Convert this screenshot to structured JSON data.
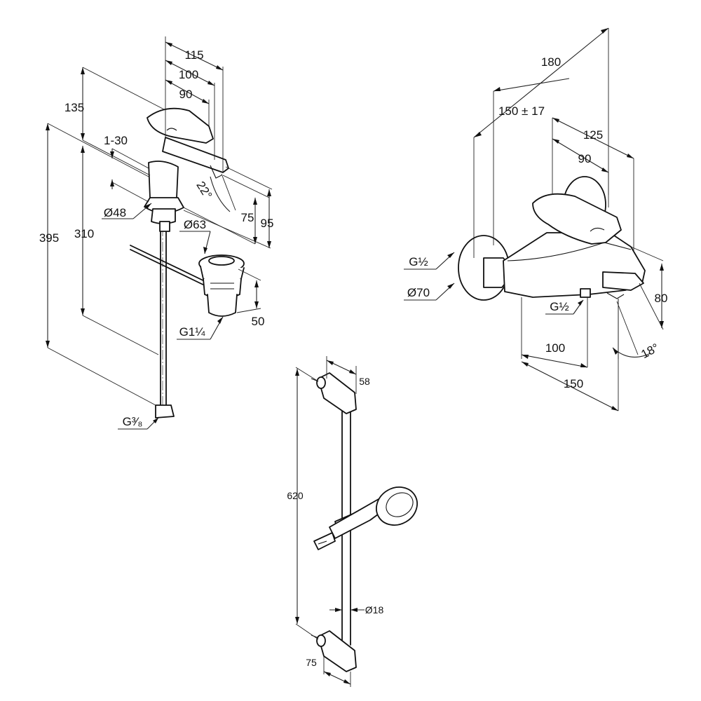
{
  "faucet": {
    "d115": "115",
    "d100": "100",
    "d90": "90",
    "d135": "135",
    "d1_30": "1-30",
    "d395": "395",
    "d310": "310",
    "angle22": "22°",
    "d75": "75",
    "d95": "95",
    "dia48": "Ø48",
    "dia63": "Ø63",
    "d50": "50",
    "g114": "G1¼",
    "g38": "G³⁄₈"
  },
  "wall_mixer": {
    "d180": "180",
    "d150_17": "150 ± 17",
    "d125": "125",
    "d90": "90",
    "g12_left": "G½",
    "dia70": "Ø70",
    "g12_bottom": "G½",
    "d80": "80",
    "d100": "100",
    "d150": "150",
    "angle18": "18°"
  },
  "shower_rail": {
    "d58": "58",
    "d620": "620",
    "dia18": "Ø18",
    "d75": "75"
  }
}
